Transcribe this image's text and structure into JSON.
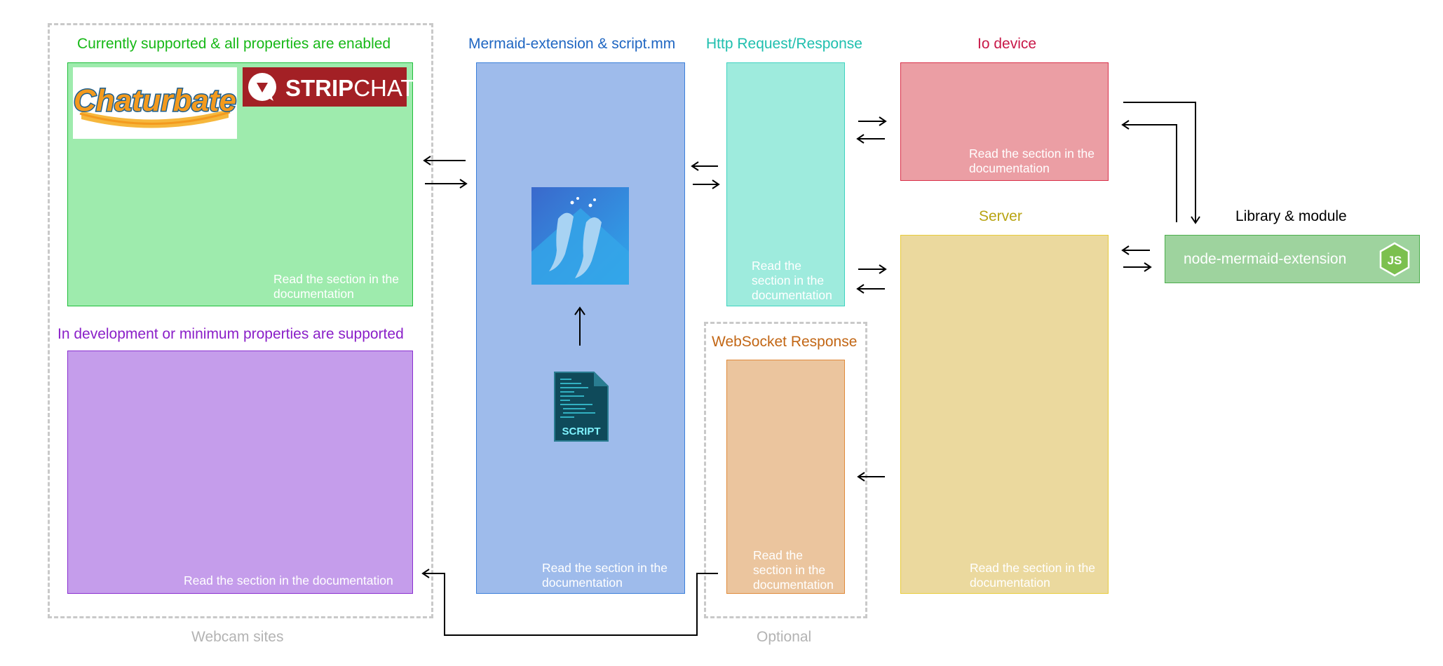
{
  "groups": {
    "webcam_label": "Webcam sites",
    "optional_label": "Optional"
  },
  "sections": {
    "supported": {
      "title": "Currently supported & all properties are enabled",
      "note": "Read the section in the documentation",
      "logos": [
        "Chaturbate",
        "STRIPCHAT"
      ],
      "logo_strip_a": "STRIP",
      "logo_strip_b": "CHAT"
    },
    "development": {
      "title": "In development or minimum properties are supported",
      "note": "Read the section in the documentation"
    },
    "mermaid": {
      "title": "Mermaid-extension & script.mm",
      "note": "Read the section in the documentation",
      "script_label": "SCRIPT"
    },
    "http": {
      "title": "Http Request/Response",
      "note": "Read the section in the documentation"
    },
    "websocket": {
      "title": "WebSocket Response",
      "note": "Read the section in the documentation"
    },
    "io_device": {
      "title": "Io device",
      "note": "Read the section in the documentation"
    },
    "server": {
      "title": "Server",
      "note": "Read the section in the documentation"
    },
    "library": {
      "title": "Library & module",
      "module_name": "node-mermaid-extension",
      "badge": "JS"
    }
  },
  "colors": {
    "green_title": "#16b816",
    "green_fill": "#9eebad",
    "purple_title": "#8a1fc8",
    "purple_fill": "#c59deb",
    "blue_title": "#1f66c2",
    "blue_fill": "#9ebbeb",
    "teal_title": "#1fbfae",
    "teal_fill": "#9eebdd",
    "orange_title": "#c26614",
    "orange_fill": "#ebc59e",
    "red_title": "#c81848",
    "red_fill": "#eb9ea4",
    "yellow_title": "#b8a412",
    "yellow_fill": "#ebd99e",
    "lib_fill": "#9ed39e"
  }
}
